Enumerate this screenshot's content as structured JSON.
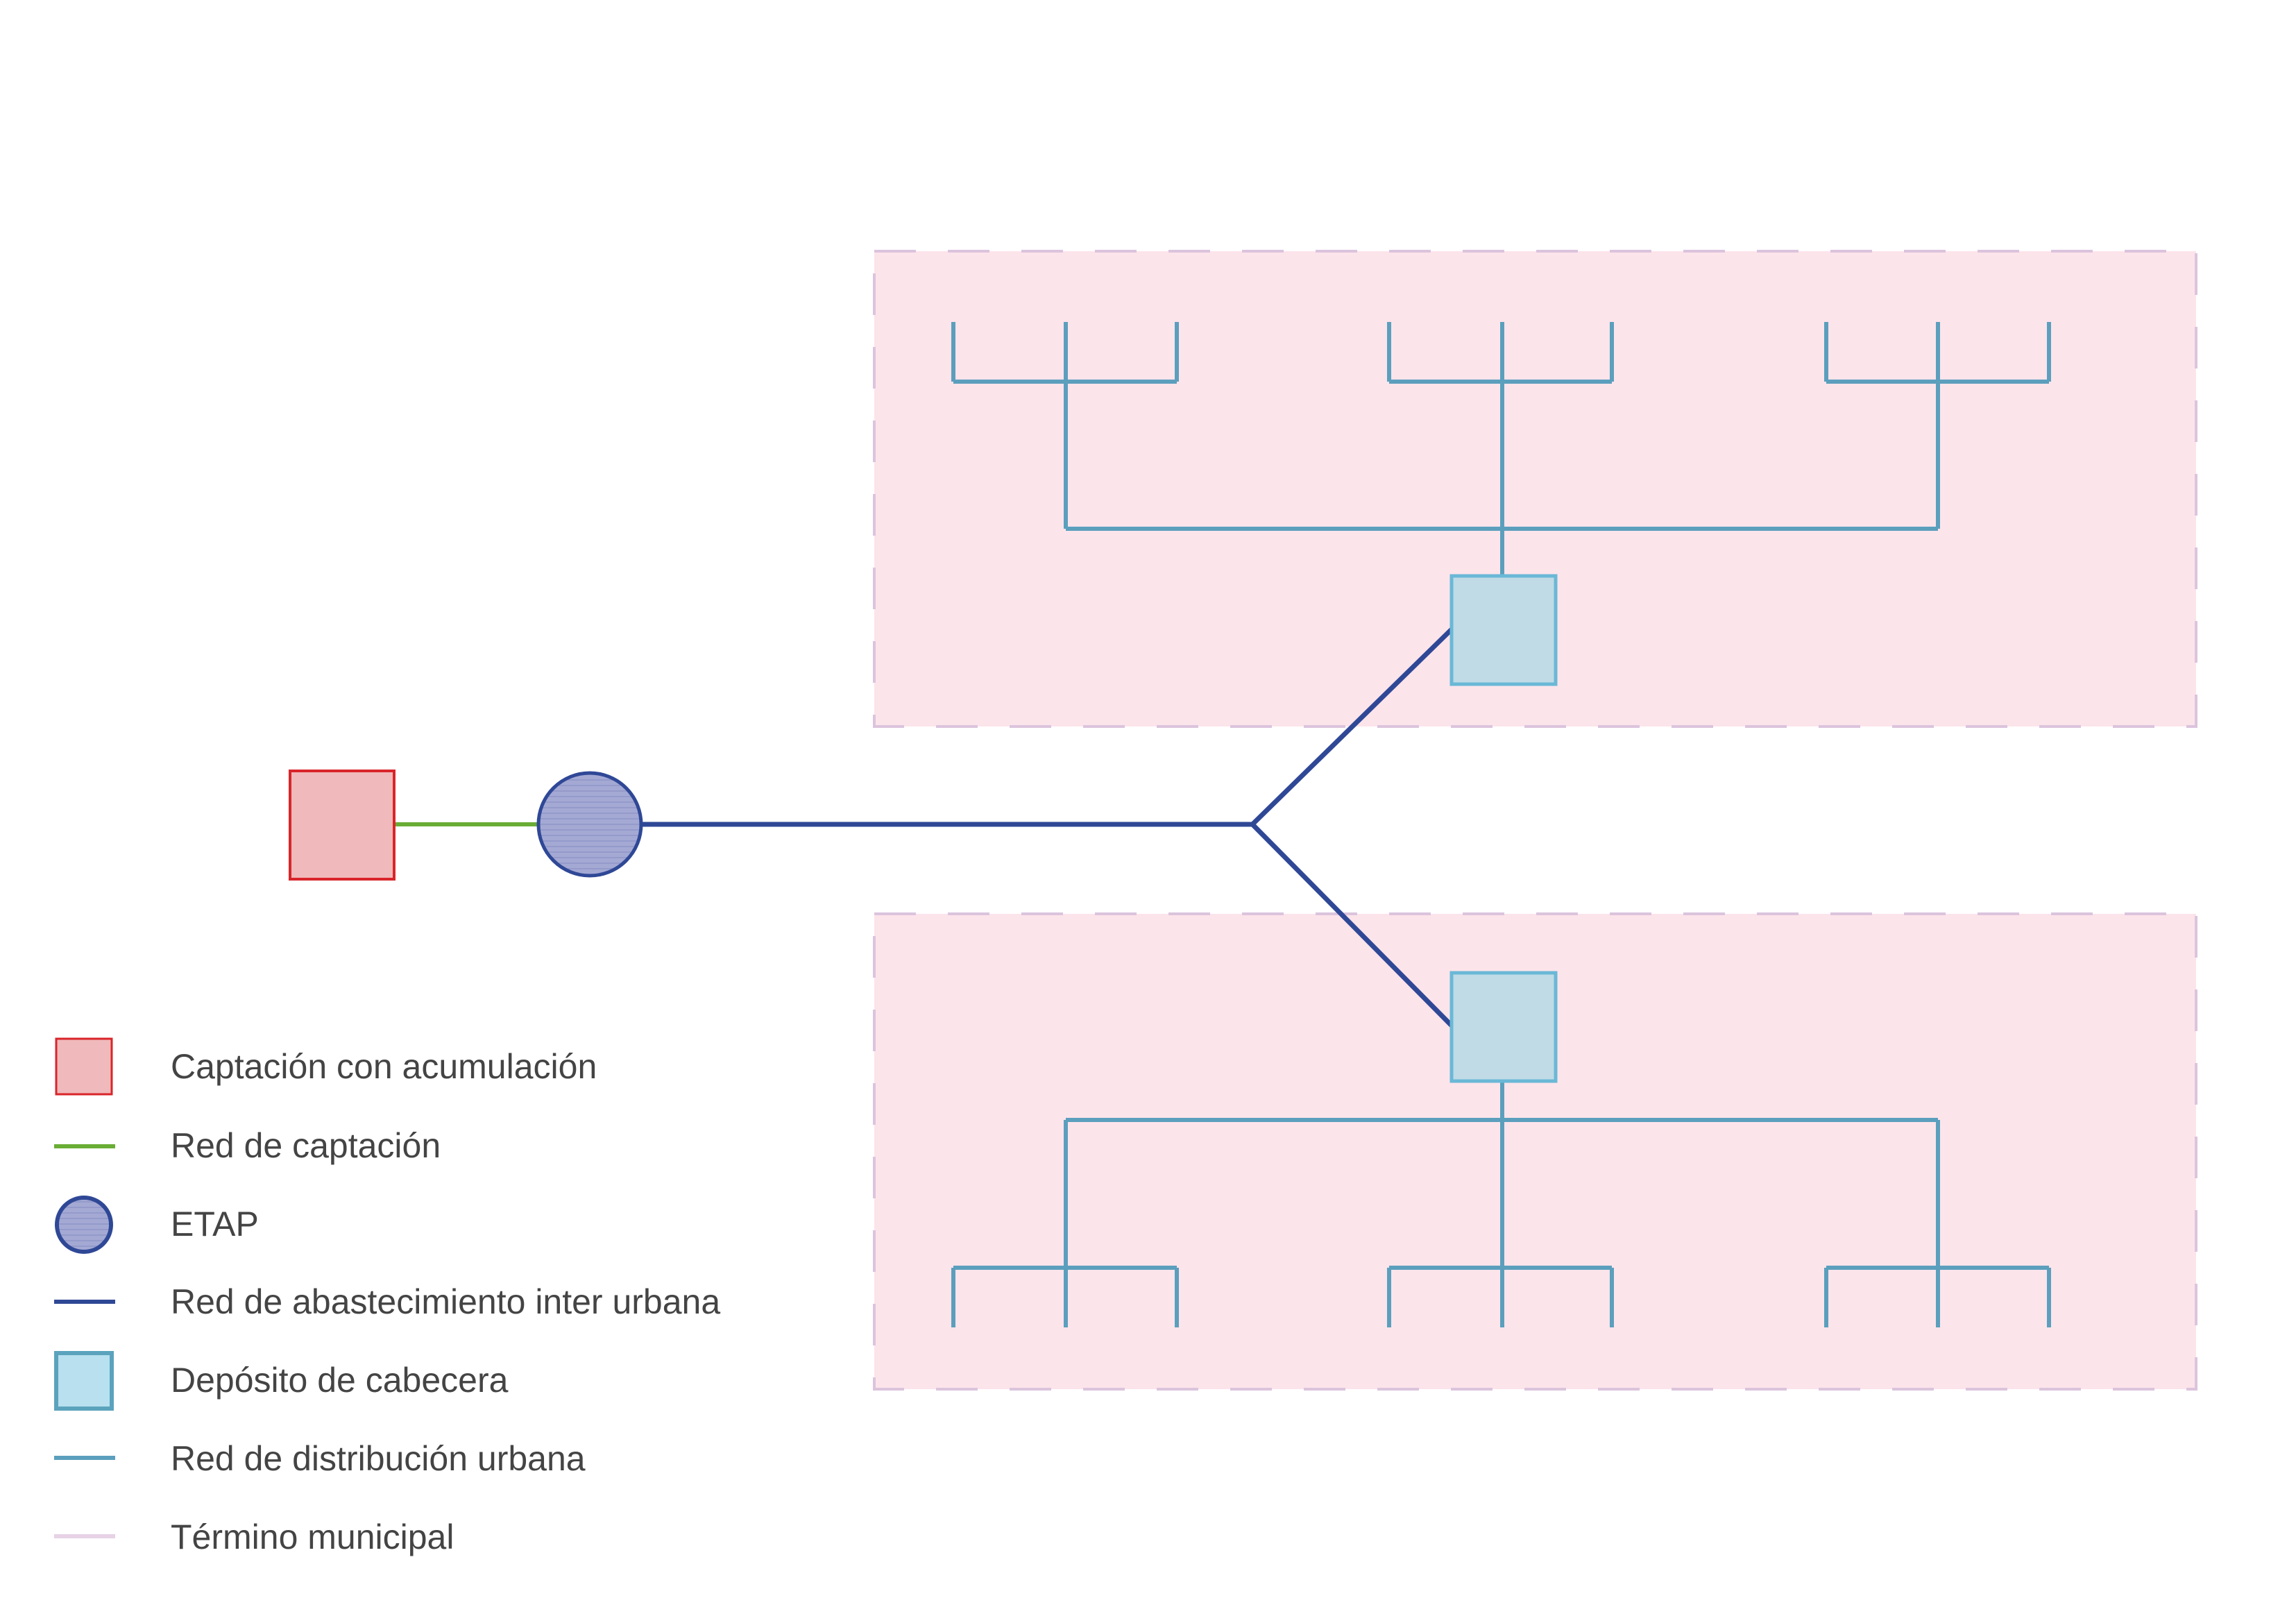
{
  "colors": {
    "background": "#ffffff",
    "captacion_fill": "#f0b9bb",
    "captacion_stroke": "#d9252a",
    "red_captacion": "#6aad35",
    "etap_fill": "#a4a9d4",
    "etap_stroke": "#2f4896",
    "red_inter_urbana": "#2f4896",
    "deposito_fill": "#c0dbe6",
    "deposito_stroke": "#6ab8d6",
    "red_distribucion": "#5b9fbd",
    "termino_fill": "#fce4eb",
    "termino_stroke": "#dcc4dd",
    "legend_text": "#444444"
  },
  "legend": {
    "items": [
      {
        "symbol": "captacion-square",
        "label": "Captación con acumulación"
      },
      {
        "symbol": "green-line",
        "label": "Red de captación"
      },
      {
        "symbol": "etap-circle",
        "label": "ETAP"
      },
      {
        "symbol": "dark-blue-line",
        "label": "Red de abastecimiento inter urbana"
      },
      {
        "symbol": "deposito-square",
        "label": "Depósito de cabecera"
      },
      {
        "symbol": "teal-line",
        "label": "Red de distribución urbana"
      },
      {
        "symbol": "pink-line",
        "label": "Término municipal"
      }
    ]
  }
}
